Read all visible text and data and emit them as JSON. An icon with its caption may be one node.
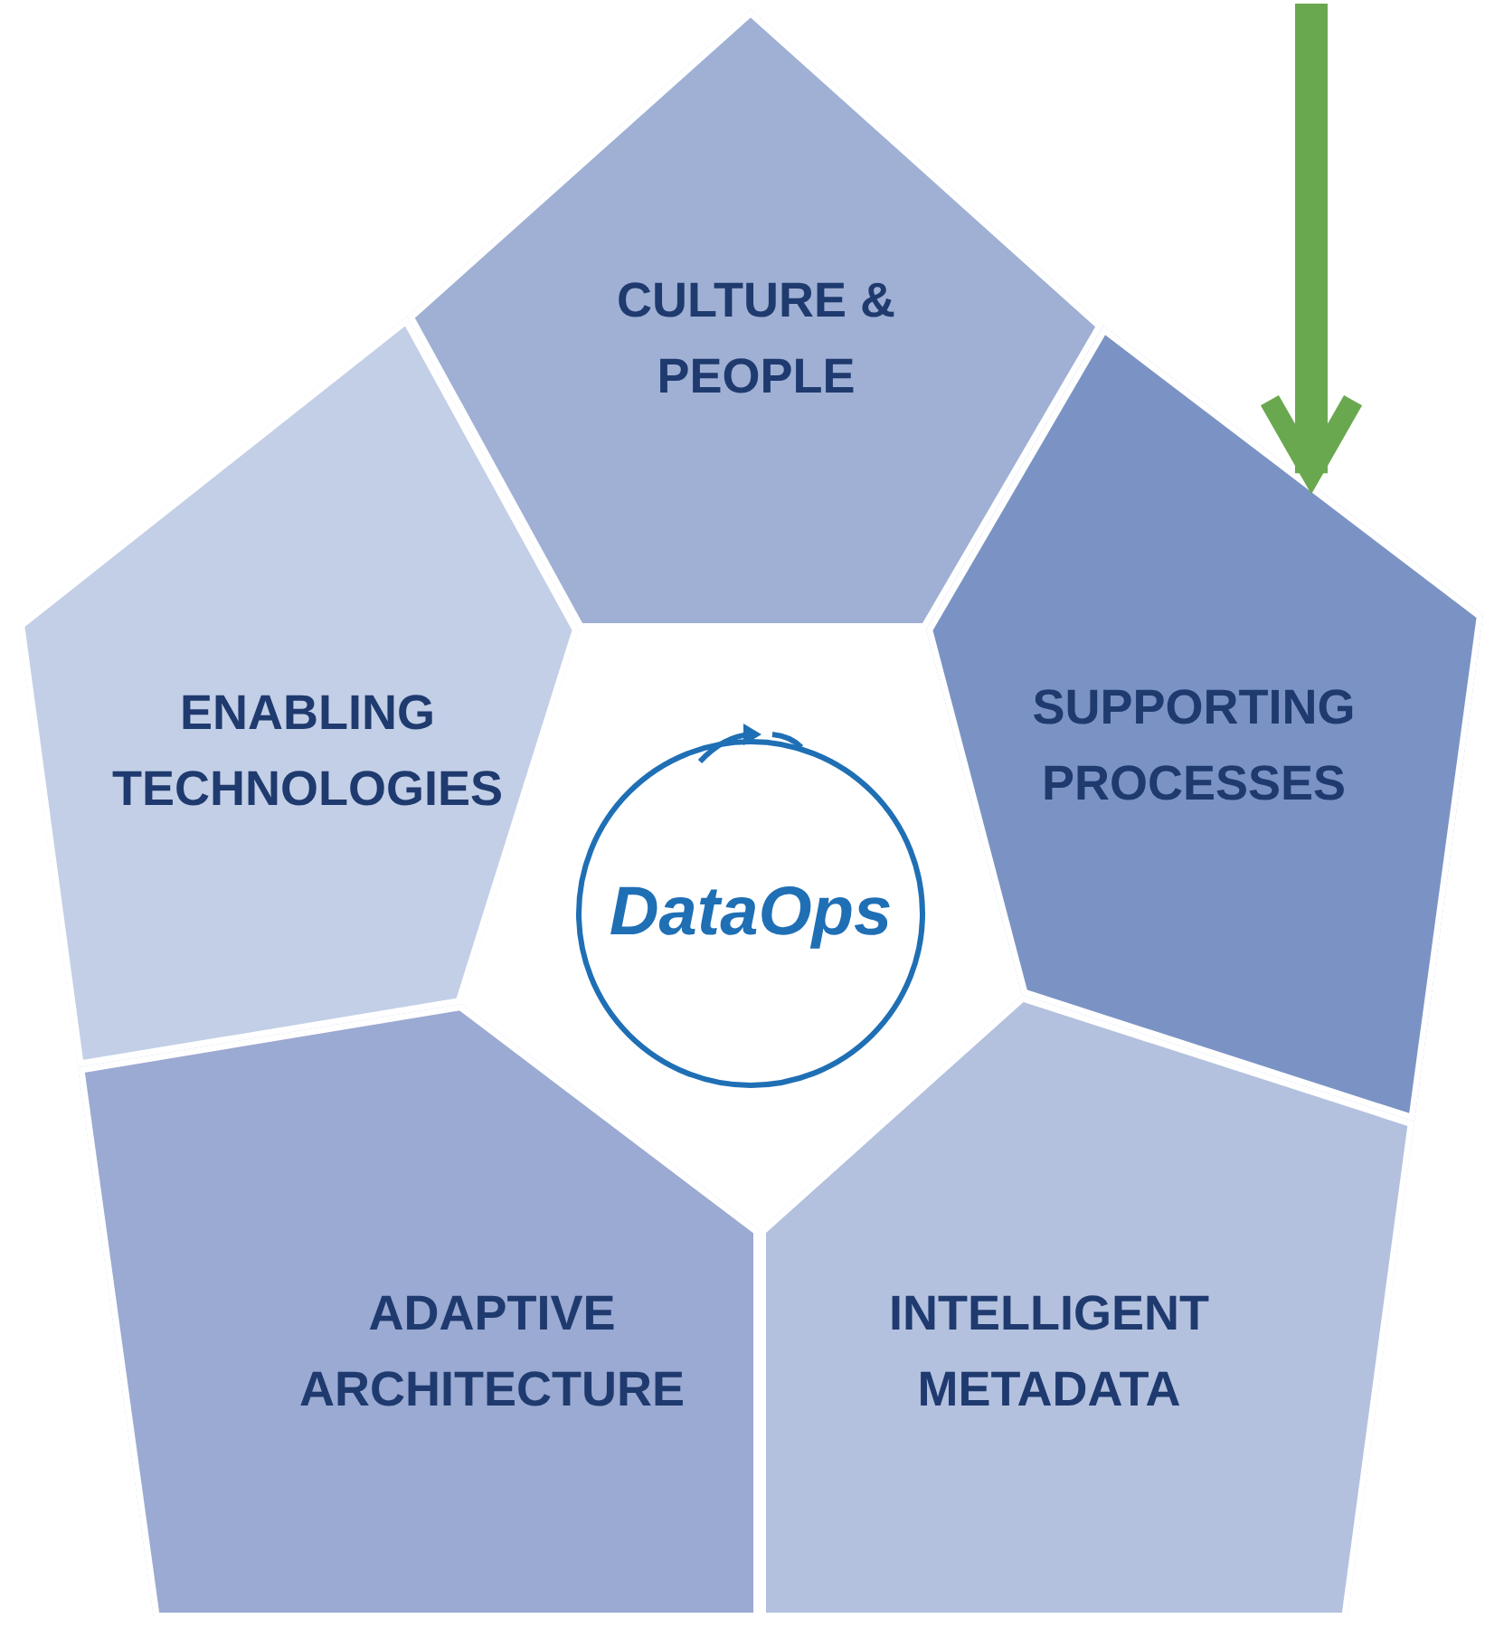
{
  "diagram": {
    "nodes": [
      {
        "text": [
          "CULTURE & PEOPLE"
        ]
      },
      {
        "text": [
          "ENABLING TECHNOLOGIES"
        ]
      },
      {
        "text": [
          "DataOps"
        ]
      },
      {
        "text": [
          "SUPPORTING PROCESSES"
        ]
      },
      {
        "text": [
          "ADAPTIVE ARCHITECTURE"
        ]
      },
      {
        "text": [
          "INTELLIGENT METADATA"
        ]
      }
    ],
    "edges": [
      {
        "from": null,
        "to": 3,
        "arrow": "to",
        "color": "#6aa84f"
      }
    ]
  }
}
